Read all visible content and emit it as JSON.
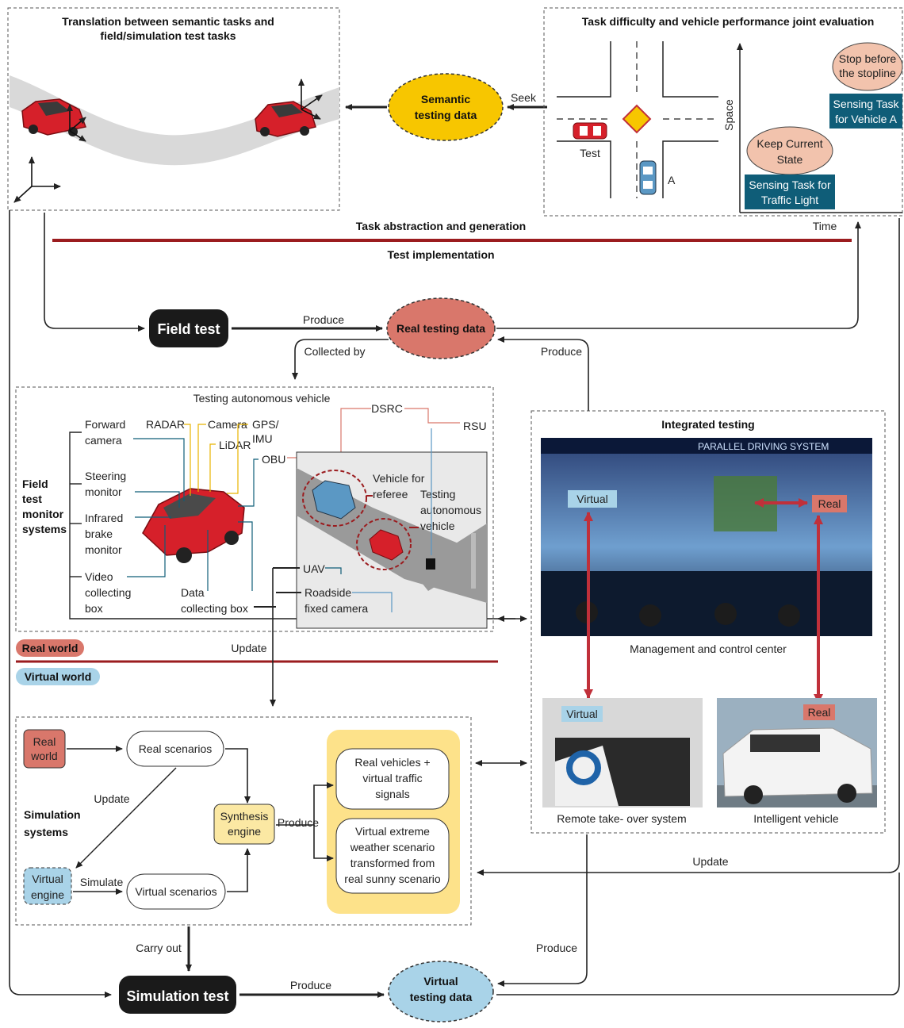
{
  "top_left": {
    "title_line1": "Translation between semantic tasks and",
    "title_line2": "field/simulation test tasks"
  },
  "top_right": {
    "title": "Task difficulty and vehicle performance joint evaluation",
    "vehicle_test": "Test",
    "vehicle_a": "A",
    "axis_space": "Space",
    "axis_time": "Time",
    "stop_line1": "Stop before",
    "stop_line2": "the stopline",
    "sense_a_line1": "Sensing Task",
    "sense_a_line2": "for Vehicle A",
    "keep_line1": "Keep Current",
    "keep_line2": "State",
    "sense_light_line1": "Sensing Task for",
    "sense_light_line2": "Traffic Light"
  },
  "semantic": {
    "line1": "Semantic",
    "line2": "testing data",
    "seek": "Seek"
  },
  "bands": {
    "abstraction": "Task abstraction and generation",
    "implementation": "Test implementation"
  },
  "field_test": {
    "label": "Field test",
    "produce": "Produce"
  },
  "real_data": {
    "label": "Real testing data",
    "collected_by": "Collected by",
    "produce_from_integrated": "Produce"
  },
  "testing_av": {
    "title": "Testing autonomous vehicle",
    "monitor_line1": "Field",
    "monitor_line2": "test",
    "monitor_line3": "monitor",
    "monitor_line4": "systems",
    "forward_camera_1": "Forward",
    "forward_camera_2": "camera",
    "radar": "RADAR",
    "camera": "Camera",
    "gps_1": "GPS/",
    "gps_2": "IMU",
    "lidar": "LiDAR",
    "obu": "OBU",
    "dsrc": "DSRC",
    "rsu": "RSU",
    "steering_1": "Steering",
    "steering_2": "monitor",
    "infrared_1": "Infrared",
    "infrared_2": "brake",
    "infrared_3": "monitor",
    "video_1": "Video",
    "video_2": "collecting",
    "video_3": "box",
    "data_box_1": "Data",
    "data_box_2": "collecting box",
    "referee_1": "Vehicle for",
    "referee_2": "referee",
    "testing_av_1": "Testing",
    "testing_av_2": "autonomous",
    "testing_av_3": "vehicle",
    "uav": "UAV",
    "roadside_1": "Roadside",
    "roadside_2": "fixed camera"
  },
  "worlds": {
    "real": "Real world",
    "virtual": "Virtual world",
    "update": "Update"
  },
  "integrated": {
    "title": "Integrated testing",
    "screen_banner": "PARALLEL DRIVING SYSTEM",
    "virtual_tag": "Virtual",
    "real_tag": "Real",
    "mgmt_caption": "Management and control center",
    "remote_caption": "Remote take- over system",
    "intelligent_caption": "Intelligent vehicle",
    "virtual_tag2": "Virtual",
    "real_tag2": "Real"
  },
  "simulation": {
    "real_world_1": "Real",
    "real_world_2": "world",
    "real_scenarios": "Real scenarios",
    "update": "Update",
    "systems_1": "Simulation",
    "systems_2": "systems",
    "synthesis_1": "Synthesis",
    "synthesis_2": "engine",
    "produce": "Produce",
    "virtual_engine_1": "Virtual",
    "virtual_engine_2": "engine",
    "simulate": "Simulate",
    "virtual_scenarios": "Virtual scenarios",
    "rv_1": "Real vehicles +",
    "rv_2": "virtual traffic",
    "rv_3": "signals",
    "vx_1": "Virtual extreme",
    "vx_2": "weather scenario",
    "vx_3": "transformed from",
    "vx_4": "real sunny scenario"
  },
  "bottom": {
    "update_right": "Update",
    "carry_out": "Carry out",
    "produce_right": "Produce",
    "simulation_test": "Simulation test",
    "produce_bottom": "Produce",
    "virtual_data_1": "Virtual",
    "virtual_data_2": "testing data"
  },
  "colors": {
    "dark_red_rule": "#9b1c1f",
    "semantic_fill": "#f7c600",
    "real_fill": "#d9776b",
    "virtual_fill": "#a9d3e8",
    "synthesis_fill": "#fbe8a3",
    "panel_fill": "#fde28a",
    "task_teal": "#0f5d78",
    "state_pink": "#f2c3ad",
    "arrow_red": "#c0303a",
    "dark_box": "#1a1a1a"
  }
}
